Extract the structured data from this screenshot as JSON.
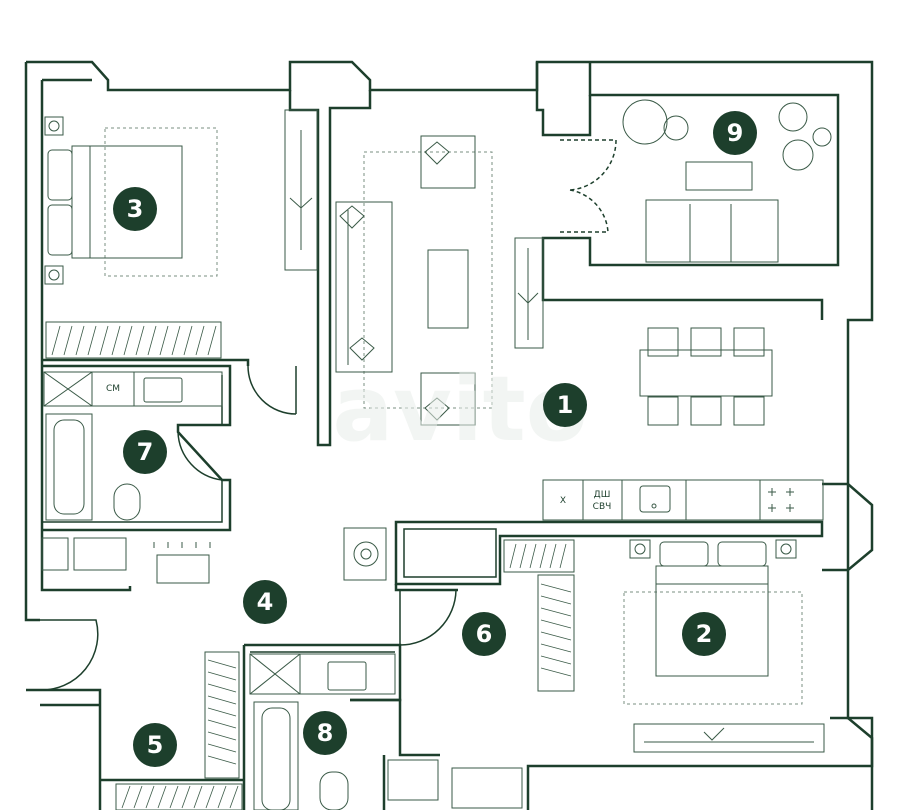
{
  "floorplan": {
    "rooms": [
      {
        "id": "room-1",
        "number": "1"
      },
      {
        "id": "room-2",
        "number": "2"
      },
      {
        "id": "room-3",
        "number": "3"
      },
      {
        "id": "room-4",
        "number": "4"
      },
      {
        "id": "room-5",
        "number": "5"
      },
      {
        "id": "room-6",
        "number": "6"
      },
      {
        "id": "room-7",
        "number": "7"
      },
      {
        "id": "room-8",
        "number": "8"
      },
      {
        "id": "room-9",
        "number": "9"
      }
    ],
    "appliances": {
      "washer_label": "СМ",
      "oven_label": "Х",
      "dishwasher_label": "ДШ",
      "microwave_label": "СВЧ"
    },
    "watermark": "avito"
  },
  "colors": {
    "wall": "#1d3f2c",
    "badge": "#1d3f2c",
    "furniture": "#3a5a47"
  }
}
